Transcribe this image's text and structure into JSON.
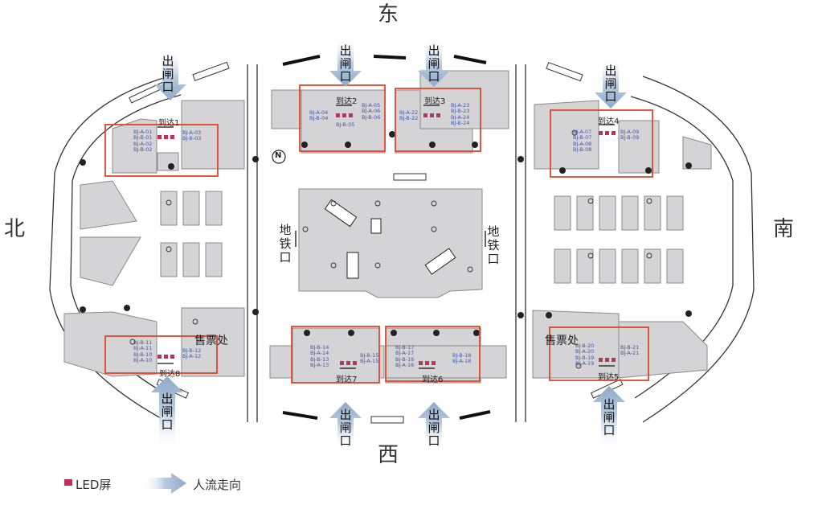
{
  "compass": {
    "east": "东",
    "west": "西",
    "north": "北",
    "south": "南"
  },
  "exit_label": "出闸口",
  "metro_label": "地铁口",
  "ticket_label": "售票处",
  "north_arrow": "N",
  "zones": [
    {
      "arrive": "到达1",
      "left_codes": [
        "BJ-A-01",
        "BJ-B-01",
        "BJ-A-02",
        "BJ-B-02"
      ],
      "right_codes": [
        "BJ-A-03",
        "BJ-B-03"
      ]
    },
    {
      "arrive": "到达2",
      "left_codes": [
        "BJ-A-04",
        "BJ-B-04"
      ],
      "right_codes": [
        "BJ-A-05",
        "BJ-A-06",
        "BJ-B-06"
      ],
      "bottom_codes": [
        "BJ-B-05"
      ]
    },
    {
      "arrive": "到达3",
      "left_codes": [
        "BJ-A-22",
        "BJ-B-22"
      ],
      "right_codes": [
        "BJ-A-23",
        "BJ-B-23",
        "BJ-A-24",
        "BJ-B-24"
      ]
    },
    {
      "arrive": "到达4",
      "left_codes": [
        "BJ-A-07",
        "BJ-B-07",
        "BJ-A-08",
        "BJ-B-08"
      ],
      "right_codes": [
        "BJ-A-09",
        "BJ-B-09"
      ]
    },
    {
      "arrive": "到达8",
      "left_codes": [
        "BJ-B-11",
        "BJ-A-11",
        "BJ-B-10",
        "BJ-A-10"
      ],
      "right_codes": [
        "BJ-B-12",
        "BJ-A-12"
      ]
    },
    {
      "arrive": "到达7",
      "left_codes": [
        "BJ-B-14",
        "BJ-A-14",
        "BJ-B-13",
        "BJ-A-13"
      ],
      "right_codes": [
        "BJ-B-15",
        "BJ-A-15"
      ]
    },
    {
      "arrive": "到达6",
      "left_codes": [
        "BJ-B-17",
        "BJ-A-17",
        "BJ-B-16",
        "BJ-A-16"
      ],
      "right_codes": [
        "BJ-B-18",
        "BJ-A-18"
      ]
    },
    {
      "arrive": "到达5",
      "left_codes": [
        "BJ-B-20",
        "BJ-A-20",
        "BJ-B-19",
        "BJ-A-19"
      ],
      "right_codes": [
        "BJ-B-21",
        "BJ-A-21"
      ]
    }
  ],
  "legend": {
    "led": "LED屏",
    "flow": "人流走向"
  },
  "colors": {
    "building": "#d4d4d6",
    "building_stroke": "#8a8a8e",
    "zone_box": "#e0452b",
    "led": "#c0305a",
    "arrow": "#a9bfd6",
    "code_text": "#4455aa"
  }
}
